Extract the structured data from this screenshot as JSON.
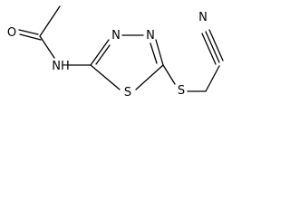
{
  "molecule": {
    "atoms": {
      "oxygen": "O",
      "amide_nitrogen": "NH",
      "ring_nitrogen_1": "N",
      "ring_nitrogen_2": "N",
      "ring_sulfur": "S",
      "thioether_sulfur": "S",
      "nitrile_nitrogen": "N"
    }
  }
}
